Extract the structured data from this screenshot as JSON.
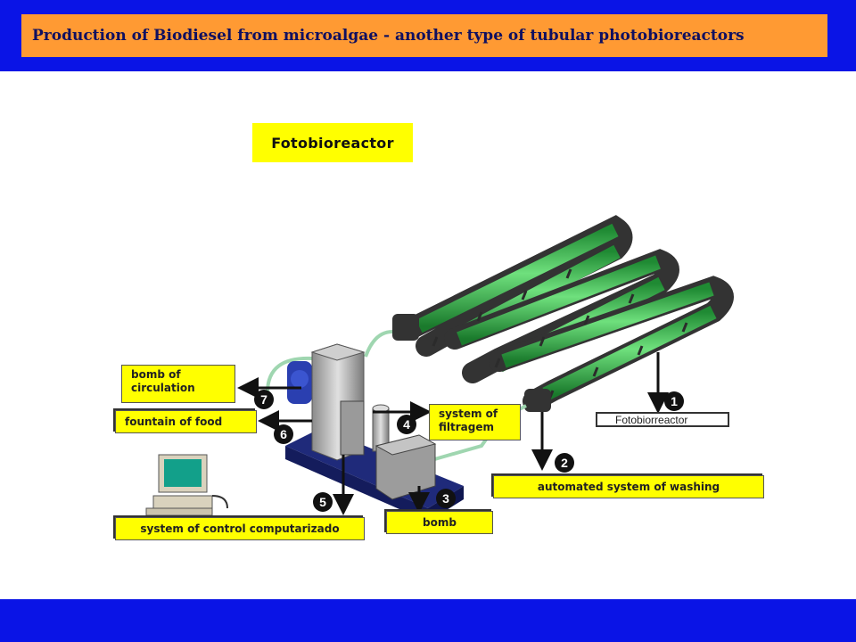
{
  "header": {
    "title": "Production of Biodiesel from microalgae - another type of tubular photobioreactors"
  },
  "diagram": {
    "heading": "Fotobioreactor",
    "labels": {
      "bomb_circulation": "bomb of circulation",
      "fountain_food": "fountain of food",
      "system_filtragem": "system of filtragem",
      "automated_washing": "automated system of washing",
      "bomb": "bomb",
      "control_system": "system of control computarizado",
      "fotobiorreactor": "Fotobiorreactor"
    },
    "numbers": [
      "1",
      "2",
      "3",
      "4",
      "5",
      "6",
      "7"
    ]
  },
  "colors": {
    "frame_blue": "#0a14e6",
    "title_orange": "#ff9a33",
    "label_yellow": "#ffff00",
    "tube_green": "#2ec24a"
  }
}
